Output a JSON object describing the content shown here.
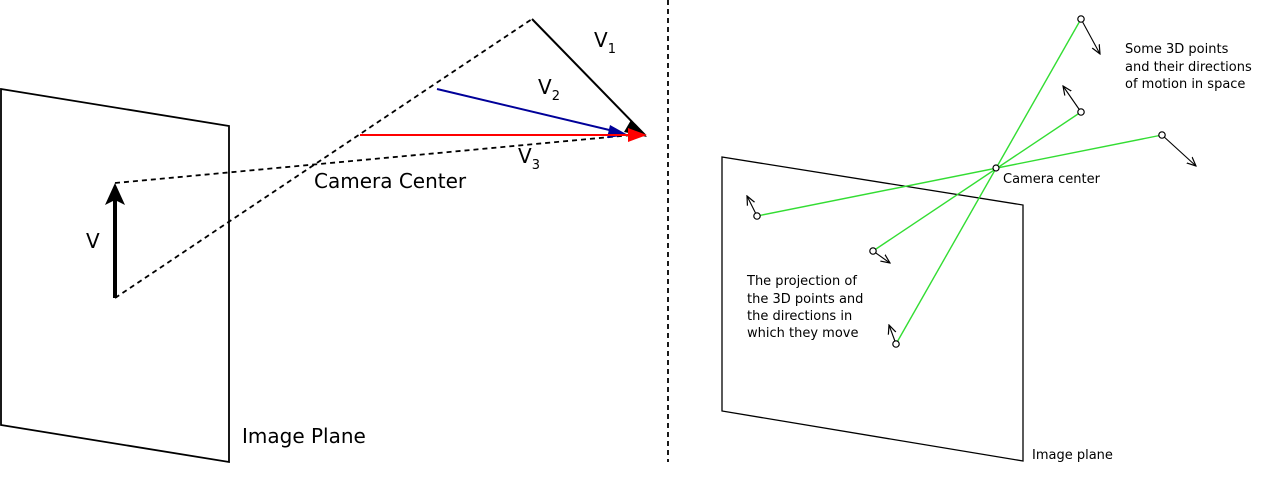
{
  "left": {
    "vector_label": "V",
    "camera_center": "Camera Center",
    "image_plane": "Image Plane",
    "v1": {
      "base": "V",
      "sub": "1"
    },
    "v2": {
      "base": "V",
      "sub": "2"
    },
    "v3": {
      "base": "V",
      "sub": "3"
    }
  },
  "right": {
    "points_note": [
      "Some 3D points",
      "and their directions",
      "of motion in space"
    ],
    "camera_center": "Camera center",
    "projection_note": [
      "The projection of",
      "the 3D points and",
      "the directions in",
      "which they move"
    ],
    "image_plane": "Image plane"
  },
  "colors": {
    "red_vector": "#ff0000",
    "blue_vector": "#000099",
    "rays": "#33dd33",
    "outline": "#000000"
  }
}
